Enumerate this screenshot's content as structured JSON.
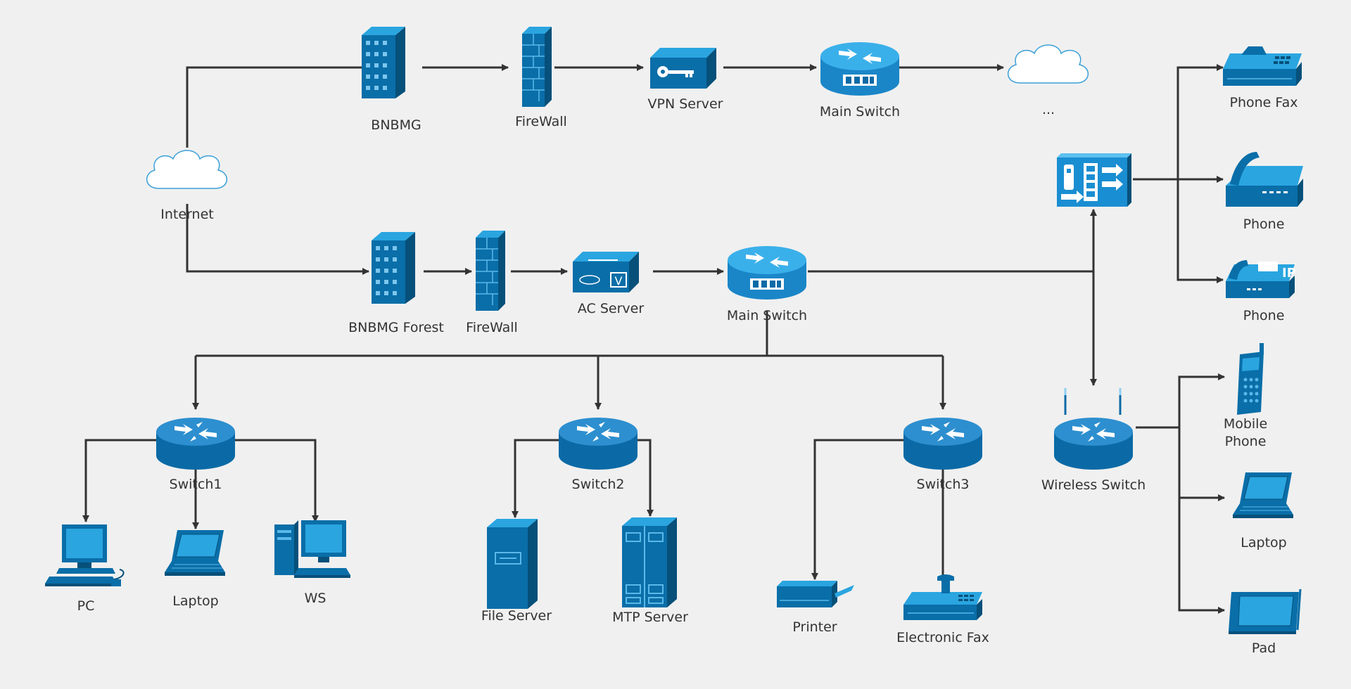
{
  "colors": {
    "device": "#0a6ea8",
    "device_dark": "#06507a",
    "device_light": "#2aa5e0",
    "switch_top": "#2d8fcf",
    "switch_side": "#0b6aa6",
    "cloud": "#ffffff",
    "line": "#333333",
    "background": "#f0f0f0"
  },
  "nodes": {
    "internet": {
      "label": "Internet",
      "icon": "cloud-icon"
    },
    "bnbmg": {
      "label": "BNBMG",
      "icon": "office-building-icon"
    },
    "firewall_top": {
      "label": "FireWall",
      "icon": "firewall-icon"
    },
    "vpn_server": {
      "label": "VPN Server",
      "icon": "vpn-server-icon"
    },
    "main_switch_top": {
      "label": "Main Switch",
      "icon": "main-switch-icon"
    },
    "cloud_more": {
      "label": "...",
      "icon": "cloud-icon"
    },
    "bnbmg_forest": {
      "label": "BNBMG Forest",
      "icon": "office-building-icon"
    },
    "firewall_mid": {
      "label": "FireWall",
      "icon": "firewall-icon"
    },
    "ac_server": {
      "label": "AC Server",
      "icon": "ac-server-icon"
    },
    "main_switch_mid": {
      "label": "Main Switch",
      "icon": "main-switch-icon"
    },
    "voice_gateway": {
      "label": "",
      "icon": "voice-gateway-icon"
    },
    "phone_fax": {
      "label": "Phone Fax",
      "icon": "fax-phone-icon"
    },
    "phone_desk": {
      "label": "Phone",
      "icon": "desk-phone-icon"
    },
    "phone_ip": {
      "label": "Phone",
      "icon": "ip-phone-icon"
    },
    "switch1": {
      "label": "Switch1",
      "icon": "router-icon"
    },
    "switch2": {
      "label": "Switch2",
      "icon": "router-icon"
    },
    "switch3": {
      "label": "Switch3",
      "icon": "router-icon"
    },
    "wireless_switch": {
      "label": "Wireless Switch",
      "icon": "wireless-router-icon"
    },
    "pc": {
      "label": "PC",
      "icon": "pc-icon"
    },
    "laptop_left": {
      "label": "Laptop",
      "icon": "laptop-icon"
    },
    "ws": {
      "label": "WS",
      "icon": "workstation-icon"
    },
    "file_server": {
      "label": "File Server",
      "icon": "file-server-icon"
    },
    "mtp_server": {
      "label": "MTP Server",
      "icon": "mtp-server-icon"
    },
    "printer": {
      "label": "Printer",
      "icon": "printer-icon"
    },
    "electronic_fax": {
      "label": "Electronic Fax",
      "icon": "fax-machine-icon"
    },
    "mobile_phone": {
      "label_line1": "Mobile",
      "label_line2": "Phone",
      "icon": "mobile-phone-icon"
    },
    "laptop_right": {
      "label": "Laptop",
      "icon": "laptop-icon"
    },
    "pad": {
      "label": "Pad",
      "icon": "tablet-icon"
    }
  }
}
